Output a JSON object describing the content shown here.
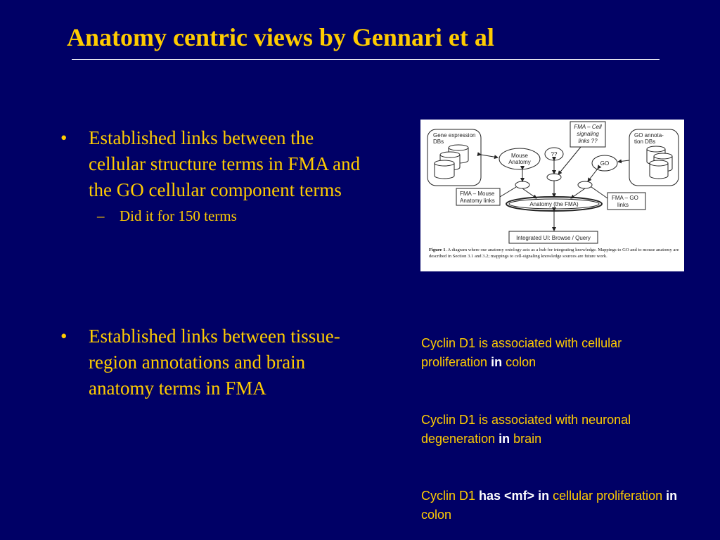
{
  "slide": {
    "title": "Anatomy centric views by Gennari et al",
    "bullets": [
      {
        "text": "Established links between the cellular structure terms in FMA and the GO cellular component terms",
        "sub": "Did it for 150 terms"
      },
      {
        "text": "Established links between tissue-region annotations and brain anatomy terms in FMA"
      }
    ],
    "bullet_glyph": "•",
    "dash_glyph": "–",
    "statements": [
      {
        "a": "Cyclin D1 is associated with cellular proliferation ",
        "b": "in",
        "c": " colon"
      },
      {
        "a": "Cyclin D1 is associated with neuronal degeneration ",
        "b": "in",
        "c": " brain"
      },
      {
        "a": "Cyclin D1 ",
        "b": "has <mf> in",
        "c": " cellular proliferation ",
        "d": "in",
        "e": " colon"
      }
    ]
  },
  "figure": {
    "gene_db_label_1": "Gene expression",
    "gene_db_label_2": "DBs",
    "mouse_1": "Mouse",
    "mouse_2": "Anatomy",
    "cell_1": "FMA – Cell",
    "cell_2": "signaling",
    "cell_3": "links ??",
    "qq": "??",
    "go": "GO",
    "go_db_1": "GO annota-",
    "go_db_2": "tion DBs",
    "fma_mouse_1": "FMA – Mouse",
    "fma_mouse_2": "Anatomy links",
    "fma": "Anatomy (the FMA)",
    "fma_go_1": "FMA – GO",
    "fma_go_2": "links",
    "ui": "Integrated UI: Browse / Query",
    "caption_label": "Figure 1",
    "caption_text": ". A diagram where our anatomy ontology acts as a hub for integrating knowledge. Mappings to GO and to mouse anatomy are described in Section 3.1 and 3.2; mappings to cell-signaling knowledge sources are future work."
  }
}
